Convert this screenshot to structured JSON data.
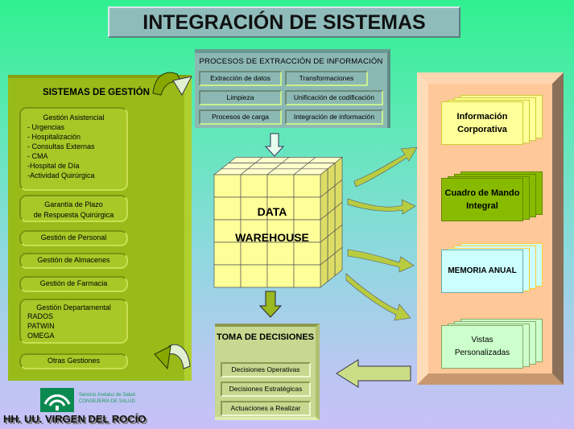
{
  "title": "INTEGRACIÓN DE SISTEMAS",
  "procesos": {
    "header": "PROCESOS DE EXTRACCIÓN DE INFORMACIÓN",
    "items": [
      "Extracción de datos",
      "Transformaciones",
      "Limpieza",
      "Unificación de codificación",
      "Procesos de carga",
      "Integración de información"
    ]
  },
  "sistemas": {
    "header": "SISTEMAS DE GESTIÓN",
    "asistencial": {
      "title": "Gestión Asistencial",
      "items": [
        "- Urgencias",
        "- Hospitalización",
        "- Consultas Externas",
        "- CMA",
        "-Hospital de Día",
        "-Actividad Quirúrgica"
      ]
    },
    "garantia": [
      "Garantía de Plazo",
      "de Respuesta Quirúrgica"
    ],
    "personal": "Gestión de Personal",
    "almacenes": "Gestión de Almacenes",
    "farmacia": "Gestión de Farmacia",
    "departamental": {
      "title": "Gestión Departamental",
      "items": [
        "RADOS",
        "PATWIN",
        "OMEGA"
      ]
    },
    "otras": "Otras Gestiones"
  },
  "warehouse": {
    "line1": "DATA",
    "line2": "WAREHOUSE"
  },
  "outputs": [
    "Información Corporativa",
    "Cuadro de Mando Integral",
    "MEMORIA ANUAL",
    "Vistas Personalizadas"
  ],
  "toma": {
    "header": "TOMA DE DECISIONES",
    "items": [
      "Decisiones Operativas",
      "Decisiones Estratégicas",
      "Actuaciones a Realizar"
    ]
  },
  "footer": "HH. UU. VIRGEN DEL ROCÍO",
  "logo": {
    "line1": "Servicio Andaluz de Salud",
    "line2": "CONSEJERÍA DE SALUD"
  },
  "colors": {
    "sg": "#99bb1a",
    "yellow": "#ffff99",
    "green": "#88bb00",
    "cyan": "#ccffff",
    "mint": "#ccffcc"
  }
}
